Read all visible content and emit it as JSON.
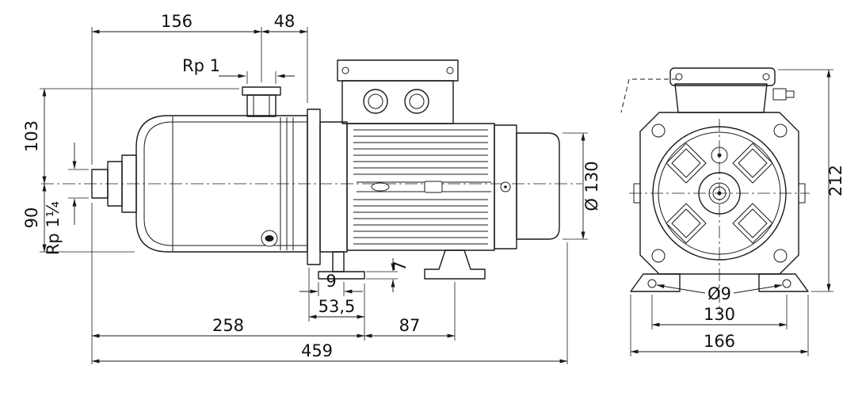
{
  "side_view": {
    "dim_156": "156",
    "dim_48": "48",
    "thread_top_port": "Rp 1",
    "dim_103": "103",
    "dim_90": "90",
    "thread_suction_port": "Rp 1¼",
    "dim_9": "9",
    "dim_7": "7",
    "dim_53_5": "53,5",
    "dim_87": "87",
    "dim_258": "258",
    "dim_459": "459",
    "dim_dia_130": "Ø 130"
  },
  "front_view": {
    "dim_212": "212",
    "dim_dia_9": "Ø9",
    "dim_130": "130",
    "dim_166": "166"
  },
  "colors": {
    "line": "#1a1a1a",
    "background": "#ffffff"
  }
}
